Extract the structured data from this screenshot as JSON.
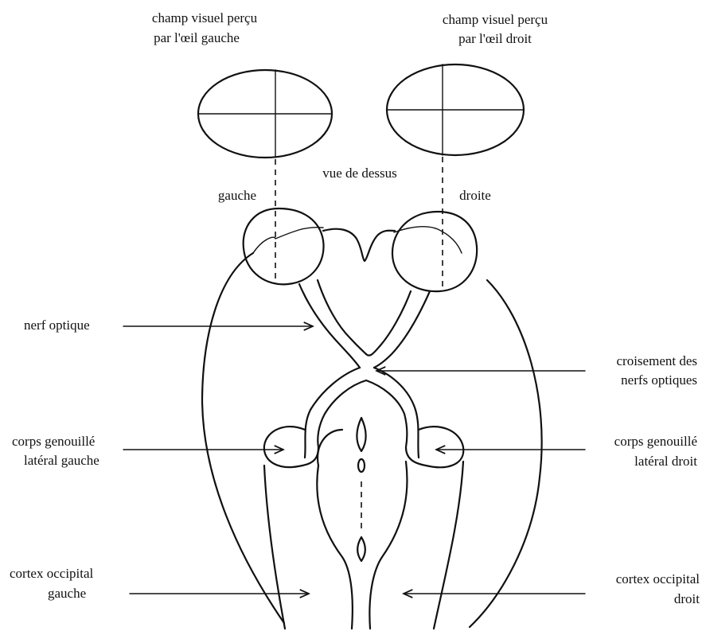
{
  "labels": {
    "left_field_1": "champ visuel perçu",
    "left_field_2": "par l'œil gauche",
    "right_field_1": "champ visuel perçu",
    "right_field_2": "par l'œil droit",
    "top_view": "vue de dessus",
    "left": "gauche",
    "right": "droite",
    "optic_nerve": "nerf optique",
    "chiasm_1": "croisement des",
    "chiasm_2": "nerfs optiques",
    "lgn_left_1": "corps genouillé",
    "lgn_left_2": "latéral gauche",
    "lgn_right_1": "corps genouillé",
    "lgn_right_2": "latéral droit",
    "cortex_left_1": "cortex occipital",
    "cortex_left_2": "gauche",
    "cortex_right_1": "cortex occipital",
    "cortex_right_2": "droit"
  }
}
